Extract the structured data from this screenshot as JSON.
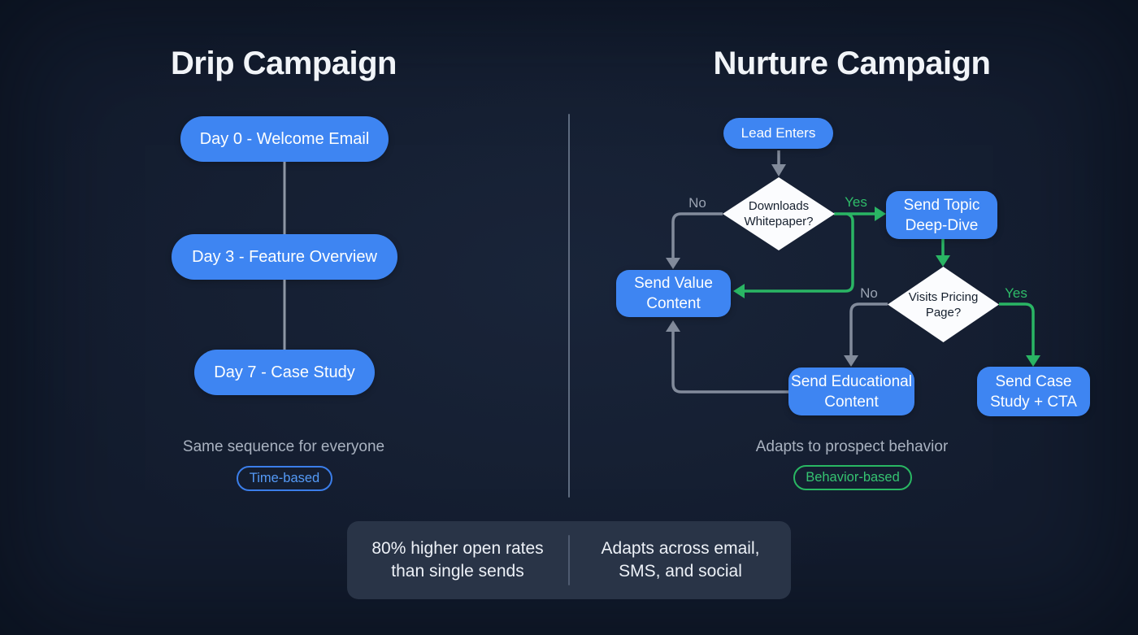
{
  "colors": {
    "accent_blue": "#3e85f2",
    "accent_green": "#2bb965",
    "line_gray": "#8a93a2",
    "background": "#131c2e"
  },
  "left_panel": {
    "title": "Drip Campaign",
    "steps": [
      "Day 0 - Welcome Email",
      "Day 3 - Feature Overview",
      "Day 7 - Case Study"
    ],
    "caption": "Same sequence for everyone",
    "badge": "Time-based"
  },
  "right_panel": {
    "title": "Nurture Campaign",
    "nodes": {
      "lead": "Lead Enters",
      "diamond1": [
        "Downloads",
        "Whitepaper?"
      ],
      "send_topic": [
        "Send Topic",
        "Deep-Dive"
      ],
      "send_value": [
        "Send Value",
        "Content"
      ],
      "diamond2": [
        "Visits Pricing",
        "Page?"
      ],
      "send_edu": [
        "Send Educational",
        "Content"
      ],
      "send_case": [
        "Send Case",
        "Study + CTA"
      ]
    },
    "labels": {
      "yes": "Yes",
      "no": "No"
    },
    "caption": "Adapts to prospect behavior",
    "badge": "Behavior-based"
  },
  "footer": {
    "items": [
      {
        "lines": [
          "80% higher open rates",
          "than single sends"
        ]
      },
      {
        "lines": [
          "Adapts across email,",
          "SMS, and social"
        ]
      }
    ]
  }
}
